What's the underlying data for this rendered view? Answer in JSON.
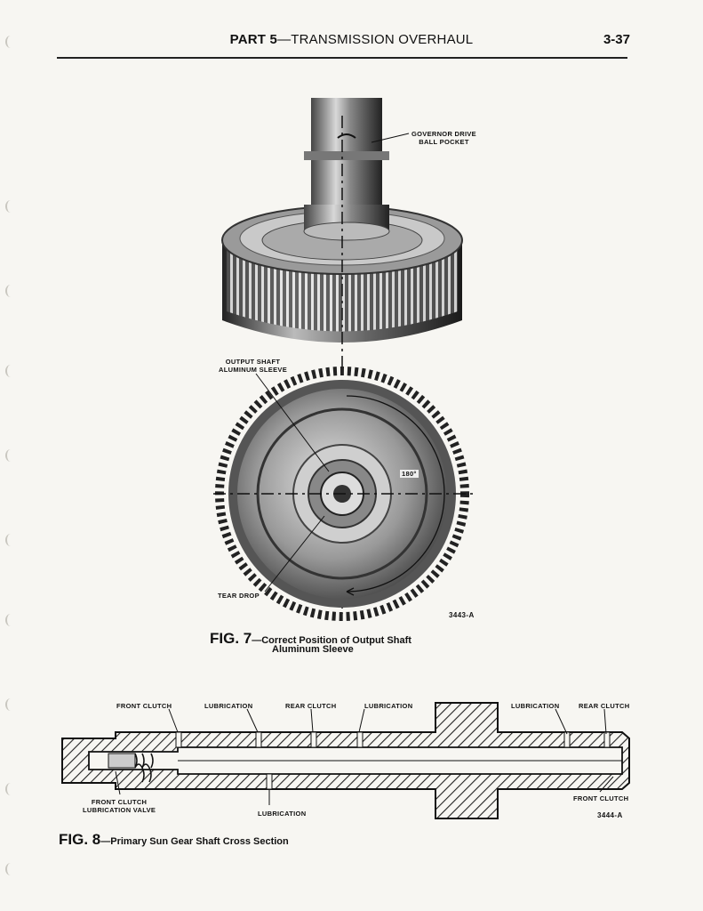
{
  "header": {
    "part_label": "PART 5",
    "dash": "—",
    "section_title": "TRANSMISSION OVERHAUL",
    "page_number": "3-37"
  },
  "fig7": {
    "callouts": {
      "governor_line1": "GOVERNOR DRIVE",
      "governor_line2": "BALL POCKET",
      "sleeve_line1": "OUTPUT SHAFT",
      "sleeve_line2": "ALUMINUM SLEEVE",
      "angle": "180°",
      "tear_drop": "TEAR DROP"
    },
    "code": "3443-A",
    "caption": {
      "fig": "FIG. 7",
      "line1": "—Correct Position of Output Shaft",
      "line2": "Aluminum Sleeve"
    }
  },
  "fig8": {
    "callouts": {
      "front_clutch_top": "FRONT CLUTCH",
      "lubrication_1": "LUBRICATION",
      "rear_clutch_top": "REAR CLUTCH",
      "lubrication_2": "LUBRICATION",
      "lubrication_3": "LUBRICATION",
      "rear_clutch_right": "REAR CLUTCH",
      "valve_line1": "FRONT CLUTCH",
      "valve_line2": "LUBRICATION VALVE",
      "lubrication_bottom": "LUBRICATION",
      "front_clutch_right": "FRONT CLUTCH"
    },
    "code": "3444-A",
    "caption": {
      "fig": "FIG. 8",
      "text": "—Primary Sun Gear Shaft Cross Section"
    }
  }
}
